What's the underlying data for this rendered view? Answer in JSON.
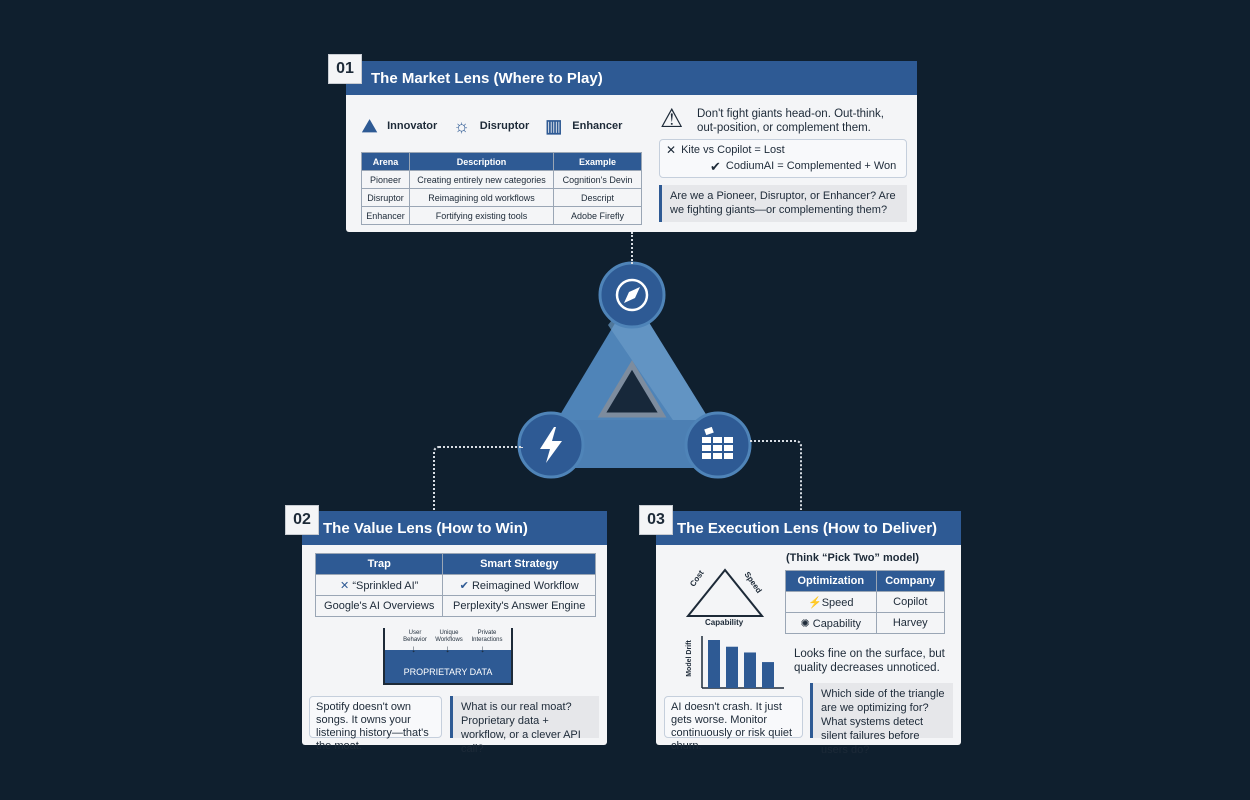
{
  "market": {
    "number": "01",
    "title": "The Market Lens (Where to Play)",
    "types": [
      {
        "icon": "innovator-icon",
        "label": "Innovator"
      },
      {
        "icon": "disruptor-icon",
        "label": "Disruptor"
      },
      {
        "icon": "enhancer-icon",
        "label": "Enhancer"
      }
    ],
    "table": {
      "headers": [
        "Arena",
        "Description",
        "Example"
      ],
      "rows": [
        [
          "Pioneer",
          "Creating entirely new categories",
          "Cognition's Devin"
        ],
        [
          "Disruptor",
          "Reimagining old workflows",
          "Descript"
        ],
        [
          "Enhancer",
          "Fortifying existing tools",
          "Adobe Firefly"
        ]
      ]
    },
    "warning": "Don't fight giants head-on. Out-think, out-position, or complement them.",
    "lost": "Kite vs Copilot = Lost",
    "won": "CodiumAI = Complemented + Won",
    "question": "Are we a Pioneer, Disruptor, or Enhancer? Are we fighting giants—or complementing them?"
  },
  "value": {
    "number": "02",
    "title": "The Value Lens (How to Win)",
    "table": {
      "headers": [
        "Trap",
        "Smart Strategy"
      ],
      "rows": [
        [
          "“Sprinkled AI”",
          "Reimagined Workflow"
        ],
        [
          "Google's AI Overviews",
          "Perplexity's Answer Engine"
        ]
      ]
    },
    "data_labels": [
      "User Behavior",
      "Unique Workflows",
      "Private Interactions"
    ],
    "data_title": "PROPRIETARY DATA",
    "example": "Spotify doesn't own songs. It owns your listening history—that's the moat.",
    "question": "What is our real moat? Proprietary data + workflow, or a clever API call?"
  },
  "execution": {
    "number": "03",
    "title": "The Execution Lens (How to Deliver)",
    "subtitle": "(Think “Pick Two” model)",
    "triangle": {
      "left": "Cost",
      "right": "Speed",
      "bottom": "Capability"
    },
    "table": {
      "headers": [
        "Optimization",
        "Company"
      ],
      "rows": [
        {
          "icon": "bolt-icon",
          "opt": "Speed",
          "company": "Copilot"
        },
        {
          "icon": "brain-icon",
          "opt": "Capability",
          "company": "Harvey"
        }
      ]
    },
    "chart_label": "Model Drift",
    "chart_data": {
      "type": "bar",
      "values": [
        5,
        4.3,
        3.7,
        2.7
      ]
    },
    "drift_note": "Looks fine on the surface, but quality decreases unnoticed.",
    "example": "AI doesn't crash. It just gets worse. Monitor continuously or risk quiet churn.",
    "question": "Which side of the triangle are we optimizing for? What systems detect silent failures before users do?"
  },
  "colors": {
    "navy": "#0f1f2e",
    "blue": "#2e5a94",
    "steel": "#4f7fb3"
  }
}
